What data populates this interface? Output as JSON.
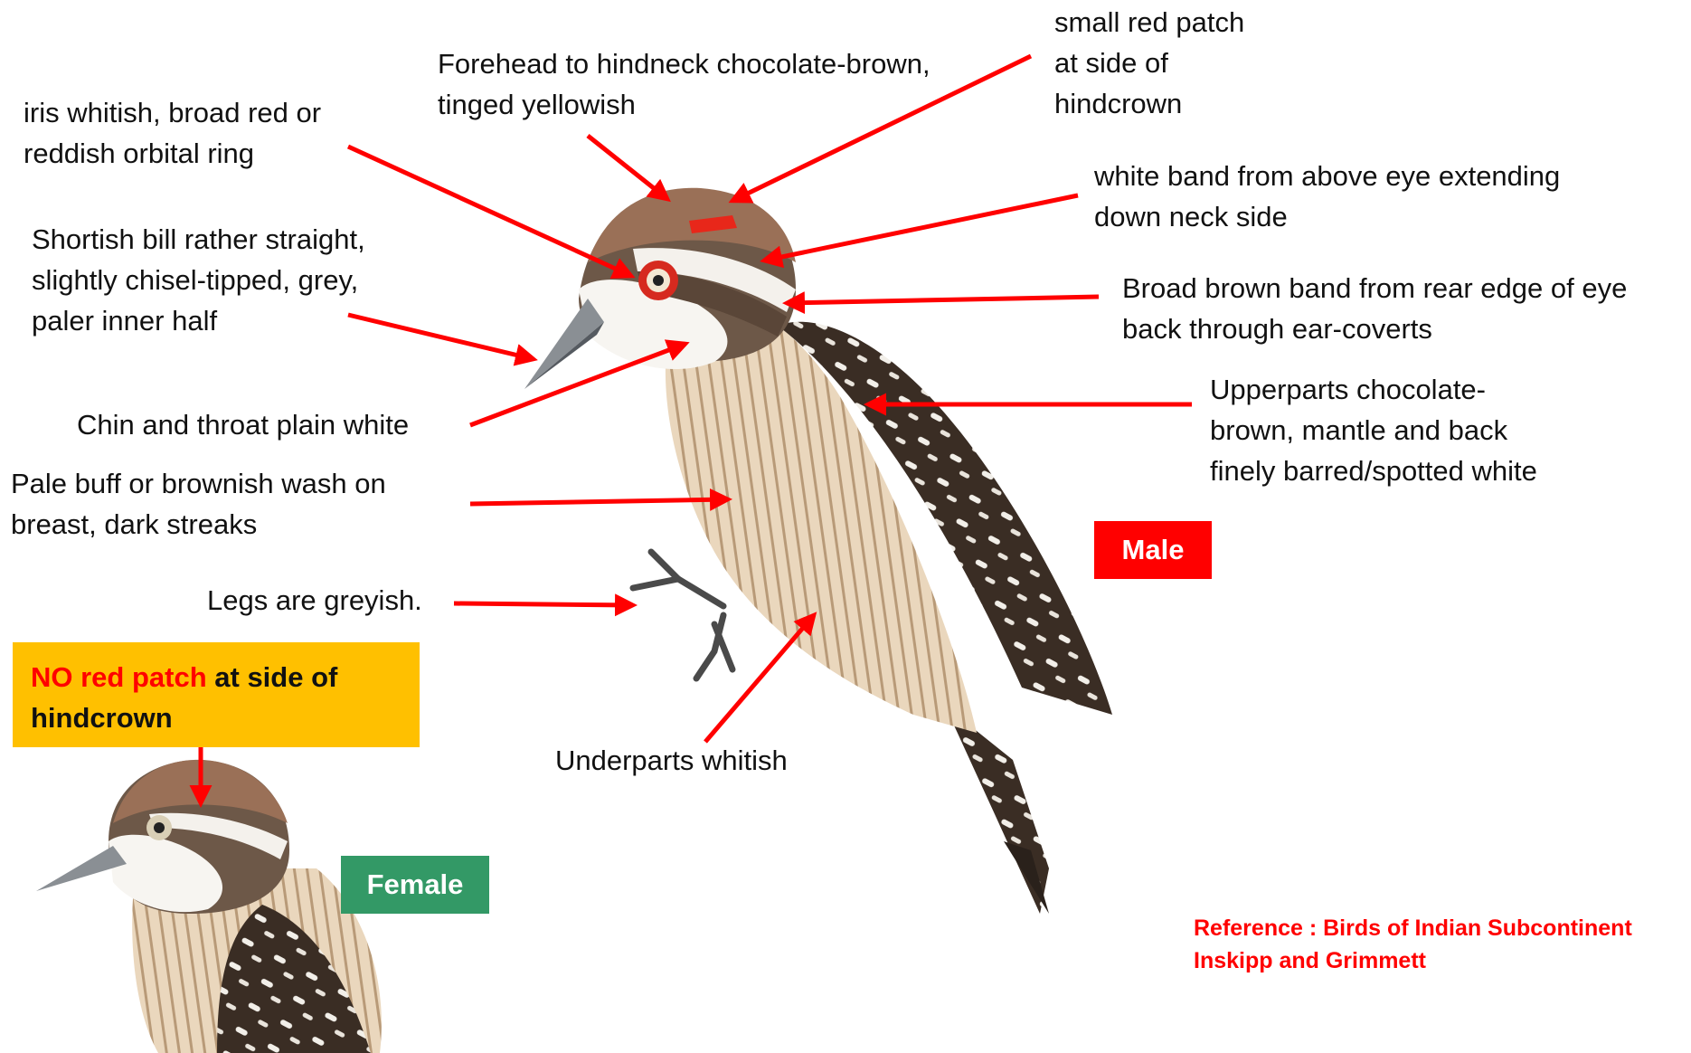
{
  "labels": {
    "forehead": "Forehead to hindneck chocolate-brown,\ntinged yellowish",
    "red_patch": "small red patch\nat side of\nhindcrown",
    "iris": "iris whitish, broad red or\nreddish orbital ring",
    "white_band": "white band from above eye extending\ndown neck side",
    "bill": "Shortish bill rather straight,\nslightly chisel-tipped, grey,\npaler inner half",
    "brown_band": "Broad brown band from rear edge of eye\nback through ear-coverts",
    "upperparts": "Upperparts chocolate-\nbrown, mantle and back\nfinely barred/spotted white",
    "chin": "Chin and throat plain white",
    "breast": "Pale buff or brownish wash on\nbreast,  dark streaks",
    "legs": "Legs  are greyish.",
    "underparts": "Underparts whitish"
  },
  "tags": {
    "male": "Male",
    "female": "Female"
  },
  "female_note": {
    "highlight": "NO red patch",
    "rest_line1": " at side of",
    "rest_line2": "hindcrown"
  },
  "reference": {
    "line1": "Reference : Birds of Indian Subcontinent",
    "line2": "Inskipp and Grimmett"
  },
  "colors": {
    "arrow": "#ff0000",
    "male_tag": "#ff0000",
    "female_tag": "#339966",
    "note_bg": "#ffc000",
    "reference": "#ff0000"
  }
}
